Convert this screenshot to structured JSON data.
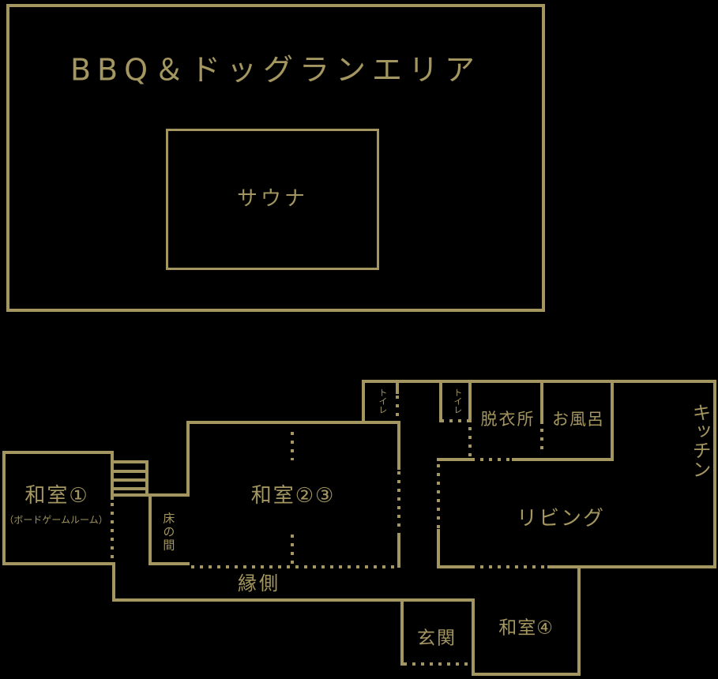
{
  "colors": {
    "line": "#a49660",
    "background": "#000000"
  },
  "outdoor": {
    "title": "BBQ＆ドッグランエリア",
    "sauna_label": "サウナ"
  },
  "plan": {
    "washitsu1": {
      "label": "和室①",
      "sub": "（ボードゲームルーム）"
    },
    "washitsu23": {
      "label": "和室②③"
    },
    "tokonoma": {
      "label": "床の間"
    },
    "engawa": {
      "label": "縁側"
    },
    "toilet1": {
      "label": "トイレ"
    },
    "toilet2": {
      "label": "トイレ"
    },
    "dressing_room": {
      "label": "脱衣所"
    },
    "bath": {
      "label": "お風呂"
    },
    "kitchen": {
      "label": "キッチン"
    },
    "living": {
      "label": "リビング"
    },
    "genkan": {
      "label": "玄関"
    },
    "washitsu4": {
      "label": "和室④"
    }
  }
}
